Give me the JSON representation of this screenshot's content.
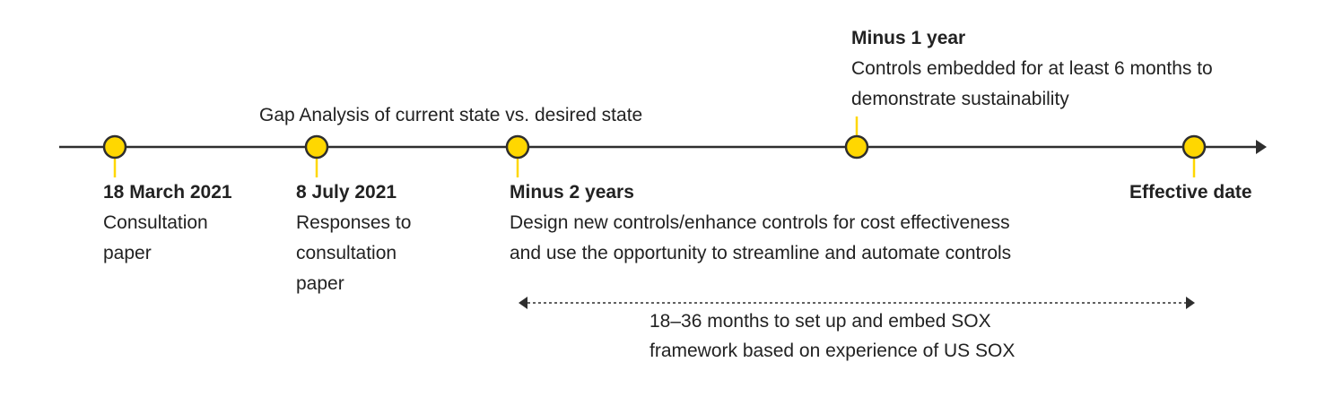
{
  "colors": {
    "line": "#2e2e2e",
    "marker_fill": "#ffd700",
    "marker_stroke": "#2e2e2e",
    "tick": "#ffd700"
  },
  "gap_label": "Gap Analysis of current state vs. desired state",
  "minus_one_year": {
    "title": "Minus 1 year",
    "body": "Controls embedded for at least 6 months to\ndemonstrate sustainability"
  },
  "milestones": [
    {
      "title": "18 March 2021",
      "body": "Consultation\npaper"
    },
    {
      "title": "8 July 2021",
      "body": "Responses to\nconsultation\npaper"
    },
    {
      "title": "Minus 2 years",
      "body": "Design new controls/enhance controls for cost effectiveness\nand use the opportunity to streamline and automate controls"
    },
    {
      "title": "Effective date",
      "body": ""
    }
  ],
  "range_label": "18–36 months to set up and embed SOX\nframework based on experience of US SOX"
}
